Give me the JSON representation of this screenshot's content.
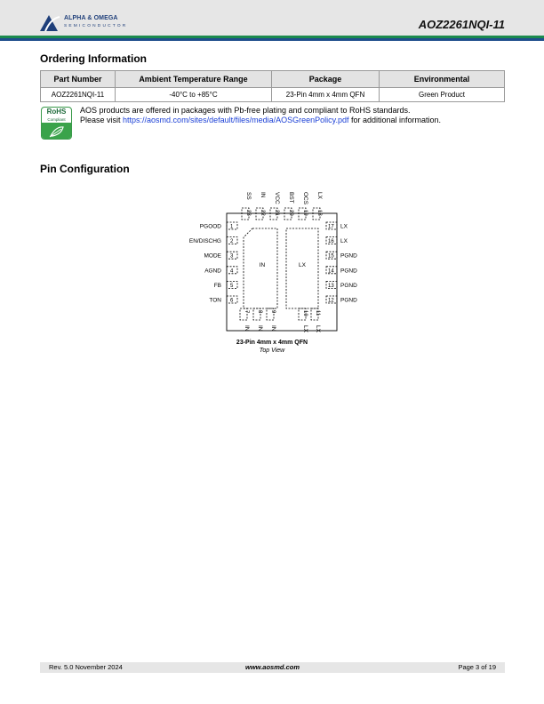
{
  "header": {
    "company_name": "ALPHA & OMEGA",
    "company_sub": "SEMICONDUCTOR",
    "doc_title": "AOZ2261NQI-11"
  },
  "ordering": {
    "heading": "Ordering Information",
    "columns": [
      "Part Number",
      "Ambient Temperature Range",
      "Package",
      "Environmental"
    ],
    "rows": [
      [
        "AOZ2261NQI-11",
        "-40°C to +85°C",
        "23-Pin 4mm x 4mm QFN",
        "Green Product"
      ]
    ]
  },
  "rohs": {
    "badge_top": "RoHS",
    "badge_mid": "Compliant",
    "line1": "AOS products are offered in packages with Pb-free plating and compliant to RoHS standards.",
    "line2_pre": "Please visit ",
    "link": "https://aosmd.com/sites/default/files/media/AOSGreenPolicy.pdf",
    "line2_post": " for additional information."
  },
  "pin_config": {
    "heading": "Pin Configuration",
    "left_pins": [
      {
        "num": "1",
        "name": "PGOOD"
      },
      {
        "num": "2",
        "name": "EN/DISCHG"
      },
      {
        "num": "3",
        "name": "MODE"
      },
      {
        "num": "4",
        "name": "AGND"
      },
      {
        "num": "5",
        "name": "FB"
      },
      {
        "num": "6",
        "name": "TON"
      }
    ],
    "right_pins": [
      {
        "num": "17",
        "name": "LX"
      },
      {
        "num": "16",
        "name": "LX"
      },
      {
        "num": "15",
        "name": "PGND"
      },
      {
        "num": "14",
        "name": "PGND"
      },
      {
        "num": "13",
        "name": "PGND"
      },
      {
        "num": "12",
        "name": "PGND"
      }
    ],
    "top_pins": [
      {
        "num": "23",
        "name": "SS"
      },
      {
        "num": "22",
        "name": "IN"
      },
      {
        "num": "21",
        "name": "VCC"
      },
      {
        "num": "20",
        "name": "BST"
      },
      {
        "num": "19",
        "name": "OCS"
      },
      {
        "num": "18",
        "name": "LX"
      }
    ],
    "bottom_pins": [
      {
        "num": "7",
        "name": "IN"
      },
      {
        "num": "8",
        "name": "IN"
      },
      {
        "num": "9",
        "name": "IN"
      },
      {
        "num": "10",
        "name": "LX"
      },
      {
        "num": "11",
        "name": "LX"
      }
    ],
    "pad_in_label": "IN",
    "pad_lx_label": "LX",
    "caption": "23-Pin 4mm x 4mm QFN",
    "view": "Top View"
  },
  "footer": {
    "left": "Rev. 5.0 November 2024",
    "center": "www.aosmd.com",
    "right": "Page 3 of 19"
  }
}
